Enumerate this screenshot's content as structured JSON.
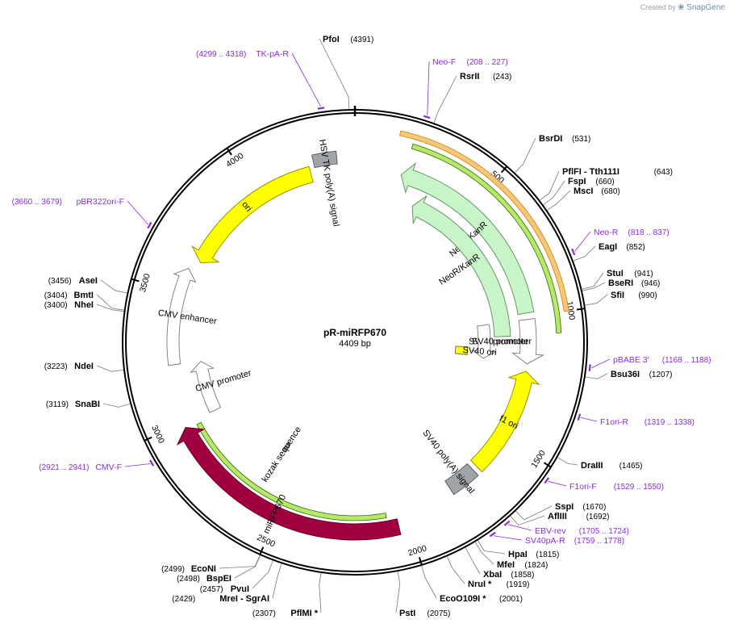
{
  "credit": {
    "prefix": "Created by",
    "brand": "SnapGene"
  },
  "plasmid": {
    "name": "pR-miRFP670",
    "length_label": "4409 bp",
    "length": 4409
  },
  "ticks": [
    {
      "pos": 500,
      "label": "500"
    },
    {
      "pos": 1000,
      "label": "1000"
    },
    {
      "pos": 1500,
      "label": "1500"
    },
    {
      "pos": 2000,
      "label": "2000"
    },
    {
      "pos": 2500,
      "label": "2500"
    },
    {
      "pos": 3000,
      "label": "3000"
    },
    {
      "pos": 3500,
      "label": "3500"
    },
    {
      "pos": 4000,
      "label": "4000"
    }
  ],
  "enzymes": [
    {
      "name": "PfoI",
      "pos_label": "(4391)",
      "pos": 4391
    },
    {
      "name": "RsrII",
      "pos_label": "(243)",
      "pos": 243
    },
    {
      "name": "BsrDI",
      "pos_label": "(531)",
      "pos": 531
    },
    {
      "name": "PflFI  - Tth111I",
      "pos_label": "(643)",
      "pos": 643
    },
    {
      "name": "FspI",
      "pos_label": "(660)",
      "pos": 660
    },
    {
      "name": "MscI",
      "pos_label": "(680)",
      "pos": 680
    },
    {
      "name": "EagI",
      "pos_label": "(852)",
      "pos": 852
    },
    {
      "name": "StuI",
      "pos_label": "(941)",
      "pos": 941
    },
    {
      "name": "BseRI",
      "pos_label": "(946)",
      "pos": 946
    },
    {
      "name": "SfiI",
      "pos_label": "(990)",
      "pos": 990
    },
    {
      "name": "Bsu36I",
      "pos_label": "(1207)",
      "pos": 1207
    },
    {
      "name": "DraIII",
      "pos_label": "(1465)",
      "pos": 1465
    },
    {
      "name": "SspI",
      "pos_label": "(1670)",
      "pos": 1670
    },
    {
      "name": "AflIII",
      "pos_label": "(1692)",
      "pos": 1692
    },
    {
      "name": "HpaI",
      "pos_label": "(1815)",
      "pos": 1815
    },
    {
      "name": "MfeI",
      "pos_label": "(1824)",
      "pos": 1824
    },
    {
      "name": "XbaI",
      "pos_label": "(1858)",
      "pos": 1858
    },
    {
      "name": "NruI *",
      "pos_label": "(1919)",
      "pos": 1919
    },
    {
      "name": "EcoO109I *",
      "pos_label": "(2001)",
      "pos": 2001
    },
    {
      "name": "PstI",
      "pos_label": "(2075)",
      "pos": 2075
    },
    {
      "name": "PflMI *",
      "pos_label": "(2307)",
      "pos": 2307
    },
    {
      "name": "MreI  - SgrAI",
      "pos_label": "(2429)",
      "pos": 2429
    },
    {
      "name": "PvuI",
      "pos_label": "(2457)",
      "pos": 2457
    },
    {
      "name": "BspEI",
      "pos_label": "(2498)",
      "pos": 2498
    },
    {
      "name": "EcoNI",
      "pos_label": "(2499)",
      "pos": 2499
    },
    {
      "name": "SnaBI",
      "pos_label": "(3119)",
      "pos": 3119
    },
    {
      "name": "NdeI",
      "pos_label": "(3223)",
      "pos": 3223
    },
    {
      "name": "NheI",
      "pos_label": "(3400)",
      "pos": 3400
    },
    {
      "name": "BmtI",
      "pos_label": "(3404)",
      "pos": 3404
    },
    {
      "name": "AseI",
      "pos_label": "(3456)",
      "pos": 3456
    }
  ],
  "primers": [
    {
      "name": "TK-pA-R",
      "range": "(4299 .. 4318)",
      "pos": 4308
    },
    {
      "name": "Neo-F",
      "range": "(208 .. 227)",
      "pos": 217
    },
    {
      "name": "Neo-R",
      "range": "(818 .. 837)",
      "pos": 827
    },
    {
      "name": "pBABE 3'",
      "range": "(1168 .. 1188)",
      "pos": 1178
    },
    {
      "name": "F1ori-R",
      "range": "(1319 .. 1338)",
      "pos": 1328
    },
    {
      "name": "F1ori-F",
      "range": "(1529 .. 1550)",
      "pos": 1540
    },
    {
      "name": "EBV-rev",
      "range": "(1705 .. 1724)",
      "pos": 1714
    },
    {
      "name": "SV40pA-R",
      "range": "(1759 .. 1778)",
      "pos": 1768
    },
    {
      "name": "CMV-F",
      "range": "(2921 .. 2941)",
      "pos": 2931
    },
    {
      "name": "pBR322ori-F",
      "range": "(3660 .. 3679)",
      "pos": 3670
    }
  ],
  "features": [
    {
      "name": "NeoR/KanR",
      "start": 189,
      "end": 984,
      "direction": "reverse",
      "color": "#c8f5c8",
      "stroke": "#5a8a5a"
    },
    {
      "name": "NeoR/KanR",
      "start": 280,
      "end": 1075,
      "direction": "reverse",
      "color": "#c8f5c8",
      "stroke": "#5a8a5a"
    },
    {
      "name": "SV40 promoter",
      "start": 1010,
      "end": 1190,
      "direction": "forward",
      "color": "#ffffff",
      "stroke": "#777777"
    },
    {
      "name": "SV40 promoter",
      "start": 1010,
      "end": 1190,
      "direction": "forward",
      "color": "#ffffff",
      "stroke": "#777777"
    },
    {
      "name": "SV40 ori",
      "start": 1130,
      "end": 1180,
      "direction": "none",
      "color": "#ffff00",
      "stroke": "#666666"
    },
    {
      "name": "f1 ori",
      "start": 1220,
      "end": 1660,
      "direction": "reverse",
      "color": "#ffff00",
      "stroke": "#888800"
    },
    {
      "name": "SV40 poly(A) signal",
      "start": 1680,
      "end": 1800,
      "direction": "none",
      "color": "#a0a4a8",
      "stroke": "#555555"
    },
    {
      "name": "miRFP670",
      "start": 2040,
      "end": 2980,
      "direction": "forward",
      "color": "#a00040",
      "stroke": "#600020"
    },
    {
      "name": "kozak sequence",
      "start": 2600,
      "end": 2620,
      "direction": "none",
      "color": "#a0a4a8",
      "stroke": "#555555"
    },
    {
      "name": "CMV promoter",
      "start": 2990,
      "end": 3220,
      "direction": "forward",
      "color": "#ffffff",
      "stroke": "#777777"
    },
    {
      "name": "CMV enhancer",
      "start": 3220,
      "end": 3600,
      "direction": "forward",
      "color": "#ffffff",
      "stroke": "#777777"
    },
    {
      "name": "ori",
      "start": 3640,
      "end": 4230,
      "direction": "reverse",
      "color": "#ffff00",
      "stroke": "#888800"
    },
    {
      "name": "HSV TK poly(A) signal",
      "start": 4250,
      "end": 4340,
      "direction": "none",
      "color": "#a0a4a8",
      "stroke": "#555555"
    }
  ]
}
